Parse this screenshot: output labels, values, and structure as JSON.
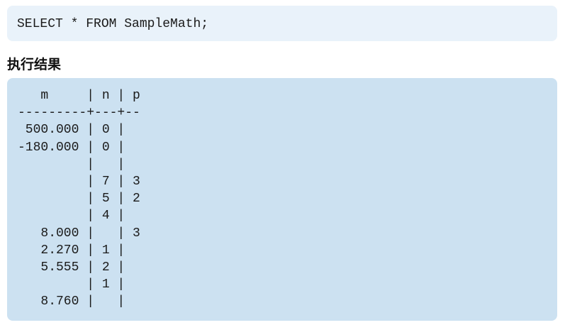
{
  "query": {
    "sql": "SELECT * FROM SampleMath;"
  },
  "result_label": "执行结果",
  "result": {
    "lines": [
      "   m     | n | p",
      "---------+---+--",
      " 500.000 | 0 |",
      "-180.000 | 0 |",
      "         |   |",
      "         | 7 | 3",
      "         | 5 | 2",
      "         | 4 |",
      "   8.000 |   | 3",
      "   2.270 | 1 |",
      "   5.555 | 2 |",
      "         | 1 |",
      "   8.760 |   |"
    ]
  }
}
